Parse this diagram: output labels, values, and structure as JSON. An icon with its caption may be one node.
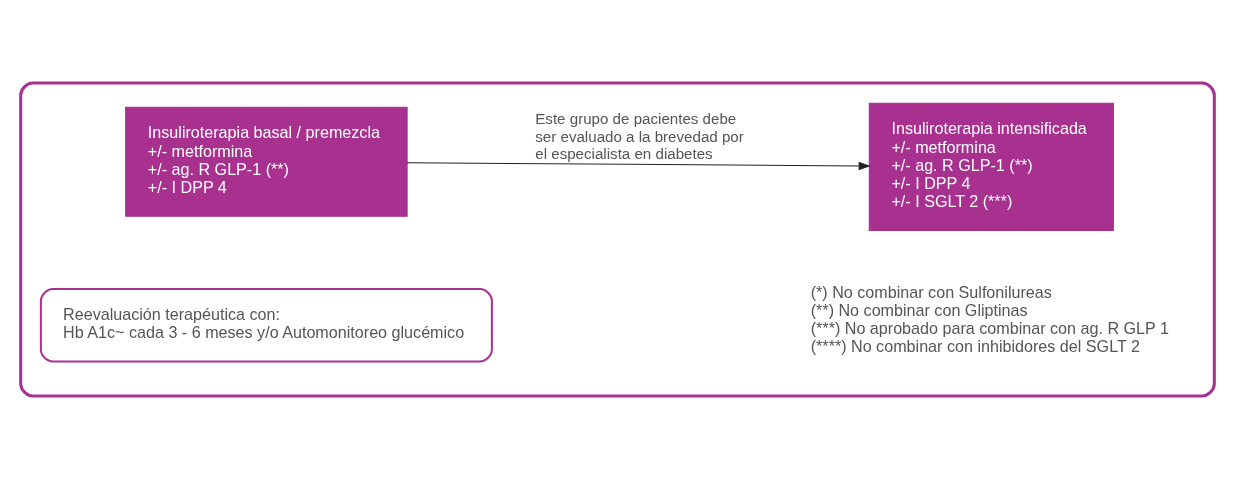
{
  "diagram": {
    "nodes": [
      {
        "text": [],
        "shape": "box"
      },
      {
        "text": [
          "Insuliroterapia basal / premezcla",
          "+/- metformina",
          "+/- ag. R GLP-1 (**)",
          "+/- I DPP 4"
        ],
        "in": 0
      },
      {
        "text": [
          "Insuliroterapia intensificada",
          "+/- metformina",
          "+/- ag. R GLP-1 (**)",
          "+/- I DPP 4",
          "+/- I SGLT 2 (***)"
        ],
        "in": 0
      },
      {
        "text": [
          "Reevaluación terapéutica con:",
          "Hb A1c~ cada 3 - 6 meses y/o Automonitoreo glucémico"
        ],
        "in": 0
      }
    ],
    "edges": [
      {
        "from": 1,
        "to": 2,
        "arrow": "to",
        "label": "Este grupo de pacientes debe ser evaluado a la brevedad por el especialista en diabetes"
      }
    ],
    "labels": [
      "(*) No combinar con Sulfonilureas",
      "(**) No combinar con Gliptinas",
      "(***) No aprobado para combinar con ag. R GLP 1",
      "(****) No combinar con inhibidores del SGLT 2"
    ]
  }
}
